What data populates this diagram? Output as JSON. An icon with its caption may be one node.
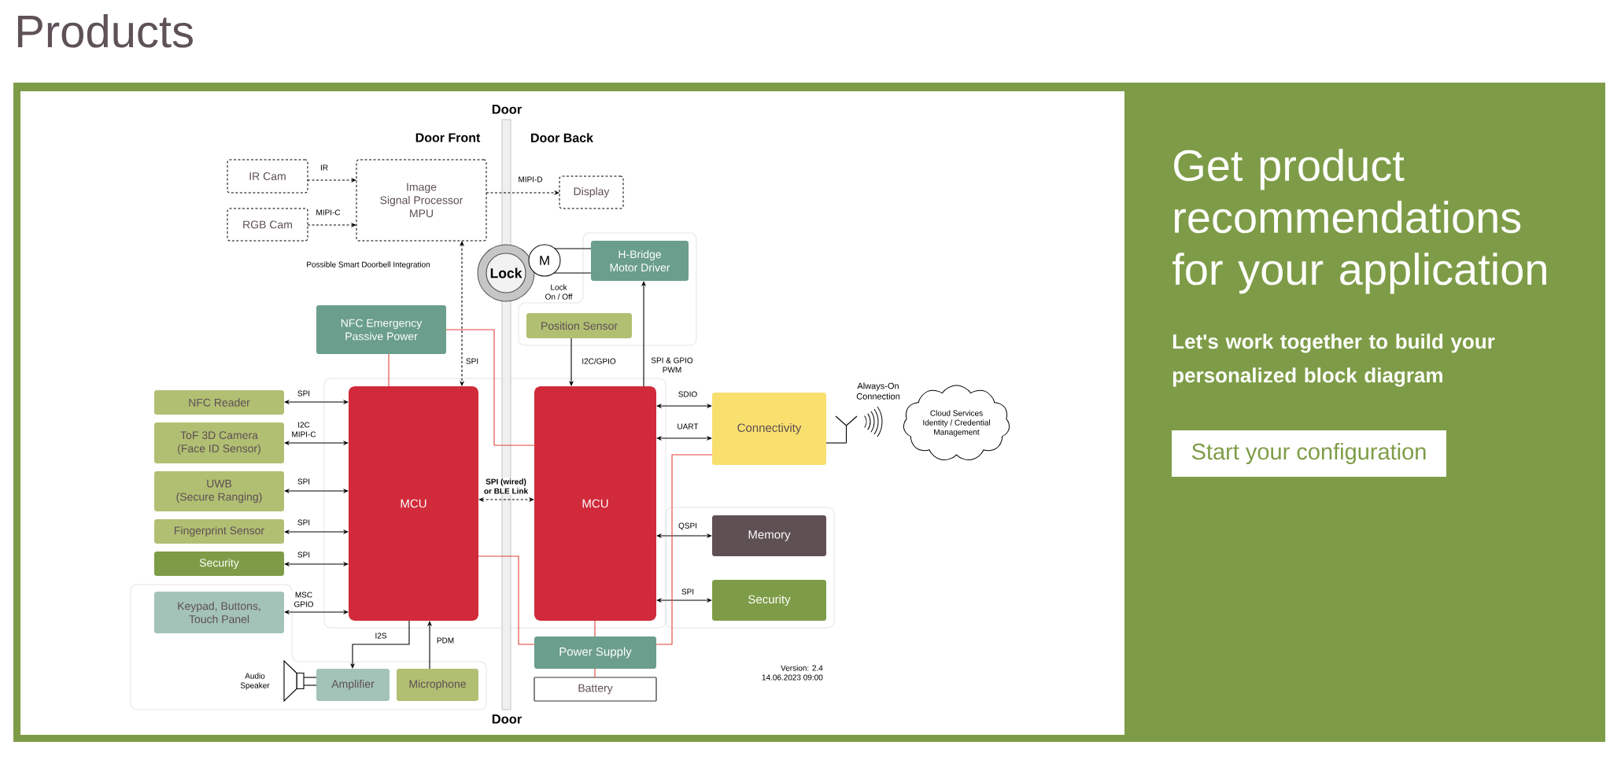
{
  "diagram": {
    "title": "Products",
    "nodes": [
      {
        "text": [
          "IR Cam"
        ]
      },
      {
        "text": [
          "RGB Cam"
        ]
      },
      {
        "text": [
          "Image Signal Processor MPU"
        ]
      },
      {
        "text": [
          "Display"
        ]
      },
      {
        "text": [
          "Lock"
        ]
      },
      {
        "text": [
          "M"
        ],
        "beside": [
          "Lock On / Off"
        ]
      },
      {
        "text": [
          "H-Bridge Motor Driver"
        ]
      },
      {
        "text": [
          "NFC Emergency Passive Power"
        ]
      },
      {
        "text": [
          "Position Sensor"
        ]
      },
      {
        "text": [
          "NFC Reader"
        ]
      },
      {
        "text": [
          "ToF 3D Camera (Face ID Sensor)"
        ]
      },
      {
        "text": [
          "UWB (Secure Ranging)"
        ]
      },
      {
        "text": [
          "Fingerprint Sensor"
        ]
      },
      {
        "text": [
          "Security"
        ]
      },
      {
        "text": [
          "Keypad, Buttons, Touch Panel"
        ]
      },
      {
        "text": [
          "MCU"
        ]
      },
      {
        "text": [
          "MCU"
        ]
      },
      {
        "text": [
          "Connectivity"
        ]
      },
      {
        "text": [],
        "shape": "antenna"
      },
      {
        "text": [
          "Cloud Services Identity / Credential Management"
        ]
      },
      {
        "text": [
          "Memory"
        ]
      },
      {
        "text": [
          "Security"
        ]
      },
      {
        "text": [],
        "shape": "speaker",
        "beside": [
          "Audio Speaker"
        ]
      },
      {
        "text": [
          "Amplifier"
        ]
      },
      {
        "text": [
          "Microphone"
        ]
      },
      {
        "text": [
          "Power Supply"
        ]
      },
      {
        "text": [
          "Battery"
        ]
      },
      {
        "text": [
          "Start your configuration"
        ]
      }
    ],
    "edges": [
      {
        "from": 0,
        "to": 2,
        "arrow": "to",
        "label": "IR",
        "style": "dashed"
      },
      {
        "from": 1,
        "to": 2,
        "arrow": "to",
        "label": "MIPI-C",
        "style": "dashed"
      },
      {
        "from": 2,
        "to": 3,
        "arrow": "to",
        "label": "MIPI-D",
        "style": "dashed"
      },
      {
        "from": 2,
        "to": 15,
        "arrow": "both",
        "label": "SPI",
        "style": "dashed"
      },
      {
        "from": 5,
        "to": 6,
        "arrow": "none"
      },
      {
        "from": 5,
        "to": 6,
        "arrow": "none"
      },
      {
        "from": 8,
        "to": 16,
        "arrow": "to",
        "label": "I2C/GPIO"
      },
      {
        "from": 16,
        "to": 6,
        "arrow": "to",
        "label": "SPI & GPIO PWM"
      },
      {
        "from": 7,
        "to": 15,
        "arrow": "none",
        "color": "#e2423a"
      },
      {
        "from": 7,
        "to": 16,
        "arrow": "none",
        "color": "#e2423a"
      },
      {
        "from": 9,
        "to": 15,
        "arrow": "both",
        "label": "SPI"
      },
      {
        "from": 10,
        "to": 15,
        "arrow": "both",
        "label": "I2C MIPI-C"
      },
      {
        "from": 11,
        "to": 15,
        "arrow": "both",
        "label": "SPI"
      },
      {
        "from": 12,
        "to": 15,
        "arrow": "both",
        "label": "SPI"
      },
      {
        "from": 13,
        "to": 15,
        "arrow": "both",
        "label": "SPI"
      },
      {
        "from": 14,
        "to": 15,
        "arrow": "both",
        "label": "MSC GPIO"
      },
      {
        "from": 15,
        "to": 16,
        "arrow": "both",
        "label": "SPI (wired) or BLE Link",
        "style": "dashed"
      },
      {
        "from": 16,
        "to": 17,
        "arrow": "both",
        "label": "SDIO"
      },
      {
        "from": 16,
        "to": 17,
        "arrow": "both",
        "label": "UART"
      },
      {
        "from": 16,
        "to": 20,
        "arrow": "both",
        "label": "QSPI"
      },
      {
        "from": 16,
        "to": 21,
        "arrow": "both",
        "label": "SPI"
      },
      {
        "from": 17,
        "to": 18,
        "arrow": "none"
      },
      {
        "from": 15,
        "to": 23,
        "arrow": "to",
        "label": "I2S"
      },
      {
        "from": 24,
        "to": 15,
        "arrow": "to",
        "label": "PDM"
      },
      {
        "from": 23,
        "to": 22,
        "arrow": "none"
      },
      {
        "from": 23,
        "to": 22,
        "arrow": "none"
      },
      {
        "from": 15,
        "to": 25,
        "arrow": "none",
        "color": "#e2423a"
      },
      {
        "from": 16,
        "to": 25,
        "arrow": "none",
        "color": "#e2423a"
      },
      {
        "from": 25,
        "to": 17,
        "arrow": "none",
        "color": "#e2423a"
      },
      {
        "from": 25,
        "to": 26,
        "arrow": "none",
        "color": "#e2423a"
      }
    ],
    "labels": [
      "Door",
      "Door Front",
      "Door Back",
      "Possible Smart Doorbell Integration",
      "Always-On Connection",
      "Version: 2.4",
      "14.06.2023 09:00",
      "Door",
      "Get product recommendations for your application",
      "Let's work together to build your personalized block diagram"
    ]
  }
}
